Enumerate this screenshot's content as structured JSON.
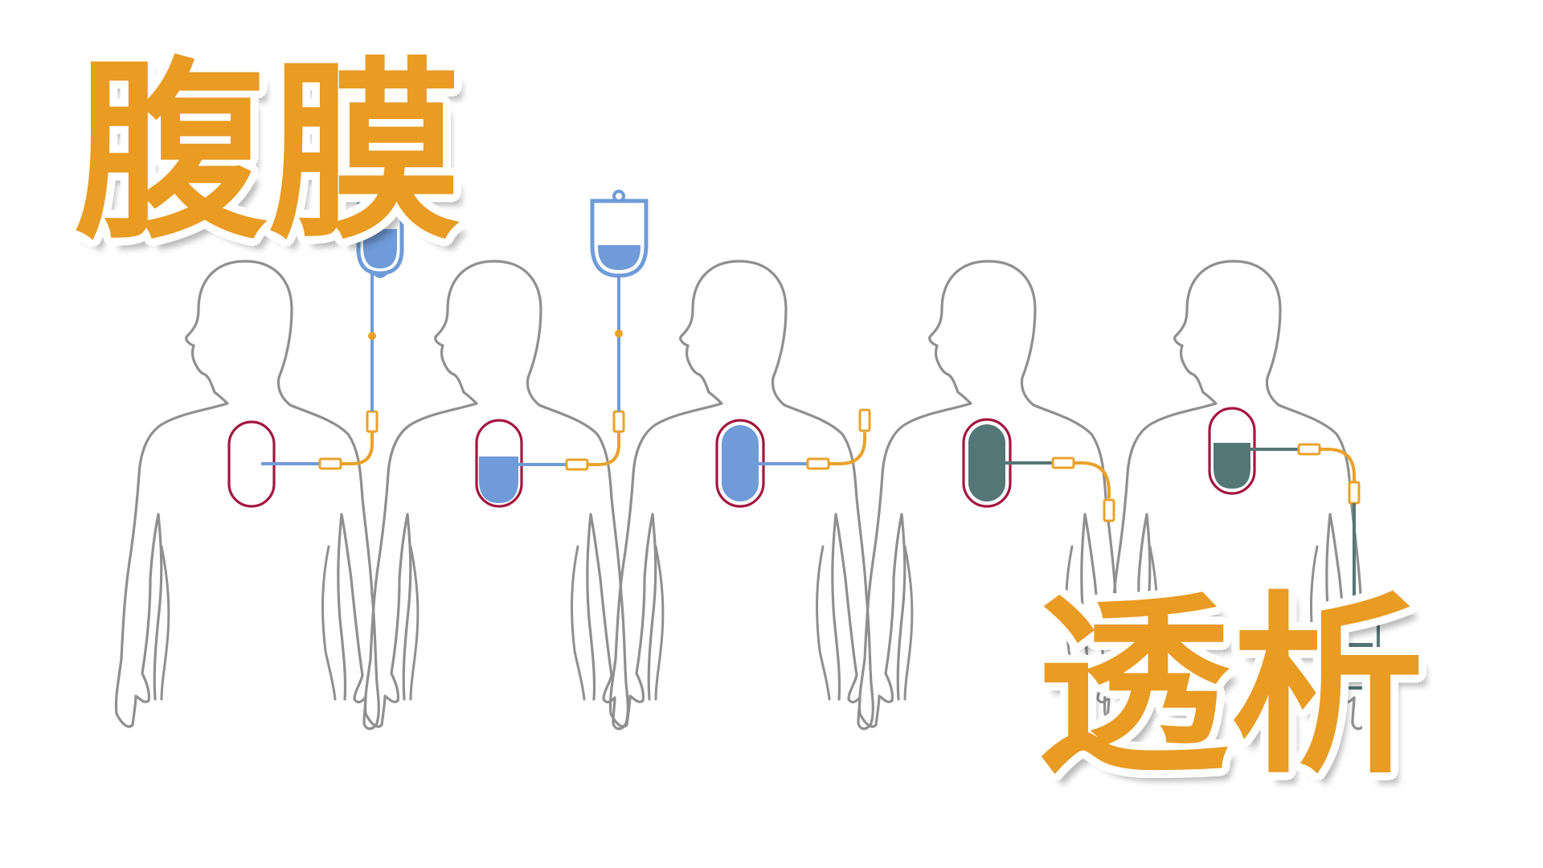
{
  "title": {
    "top": "腹膜",
    "bottom": "透析"
  },
  "colors": {
    "title_fill": "#e99b22",
    "title_outline": "#ffffff",
    "body_outline": "#8a8a8a",
    "peritoneum_outline": "#a3163f",
    "fresh_dialysate": "#6f9bd8",
    "used_dialysate": "#547676",
    "connector": "#e9a229",
    "background": "#ffffff"
  },
  "stages": [
    {
      "id": 1,
      "peritoneal_fill": "empty",
      "fluid": "fresh",
      "bag": "supply-bag-full",
      "tube": "blue-line-up"
    },
    {
      "id": 2,
      "peritoneal_fill": "half",
      "fluid": "fresh",
      "bag": "supply-bag-half",
      "tube": "blue-line-up"
    },
    {
      "id": 3,
      "peritoneal_fill": "full",
      "fluid": "fresh",
      "bag": "none",
      "tube": "capped-up"
    },
    {
      "id": 4,
      "peritoneal_fill": "full",
      "fluid": "used",
      "bag": "none",
      "tube": "capped-down"
    },
    {
      "id": 5,
      "peritoneal_fill": "half",
      "fluid": "used",
      "bag": "drain-bag",
      "tube": "teal-line-down"
    }
  ]
}
